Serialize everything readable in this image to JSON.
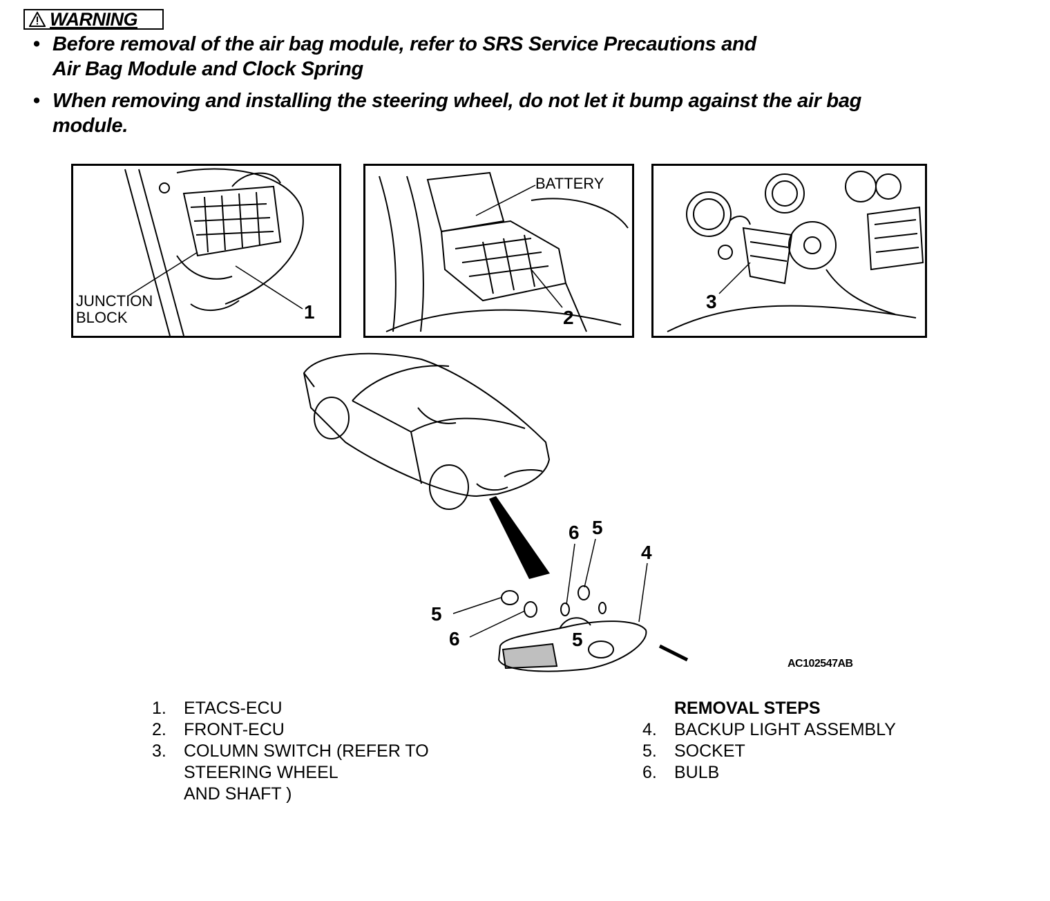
{
  "warning": {
    "title": "WARNING",
    "bullets": [
      [
        "Before removal of the air bag module, refer to SRS Service Precautions and",
        "Air Bag Module and Clock Spring"
      ],
      [
        "When removing and installing the steering wheel, do not let it bump against the air bag",
        "module."
      ]
    ]
  },
  "panels": {
    "junction": {
      "label_line1": "JUNCTION",
      "label_line2": "BLOCK",
      "callout": "1"
    },
    "battery": {
      "label": "BATTERY",
      "callout": "2"
    },
    "column": {
      "callout": "3"
    }
  },
  "exploded": {
    "callouts": [
      "6",
      "5",
      "4",
      "5",
      "6",
      "5"
    ]
  },
  "figure_code": "AC102547AB",
  "legend_left": [
    {
      "num": "1.",
      "text": "ETACS-ECU"
    },
    {
      "num": "2.",
      "text": "FRONT-ECU"
    },
    {
      "num": "3.",
      "text": "COLUMN SWITCH (REFER TO",
      "cont": [
        "STEERING WHEEL",
        "AND SHAFT )"
      ]
    }
  ],
  "legend_right": {
    "heading": "REMOVAL STEPS",
    "items": [
      {
        "num": "4.",
        "text": "BACKUP LIGHT ASSEMBLY"
      },
      {
        "num": "5.",
        "text": "SOCKET"
      },
      {
        "num": "6.",
        "text": "BULB"
      }
    ]
  }
}
